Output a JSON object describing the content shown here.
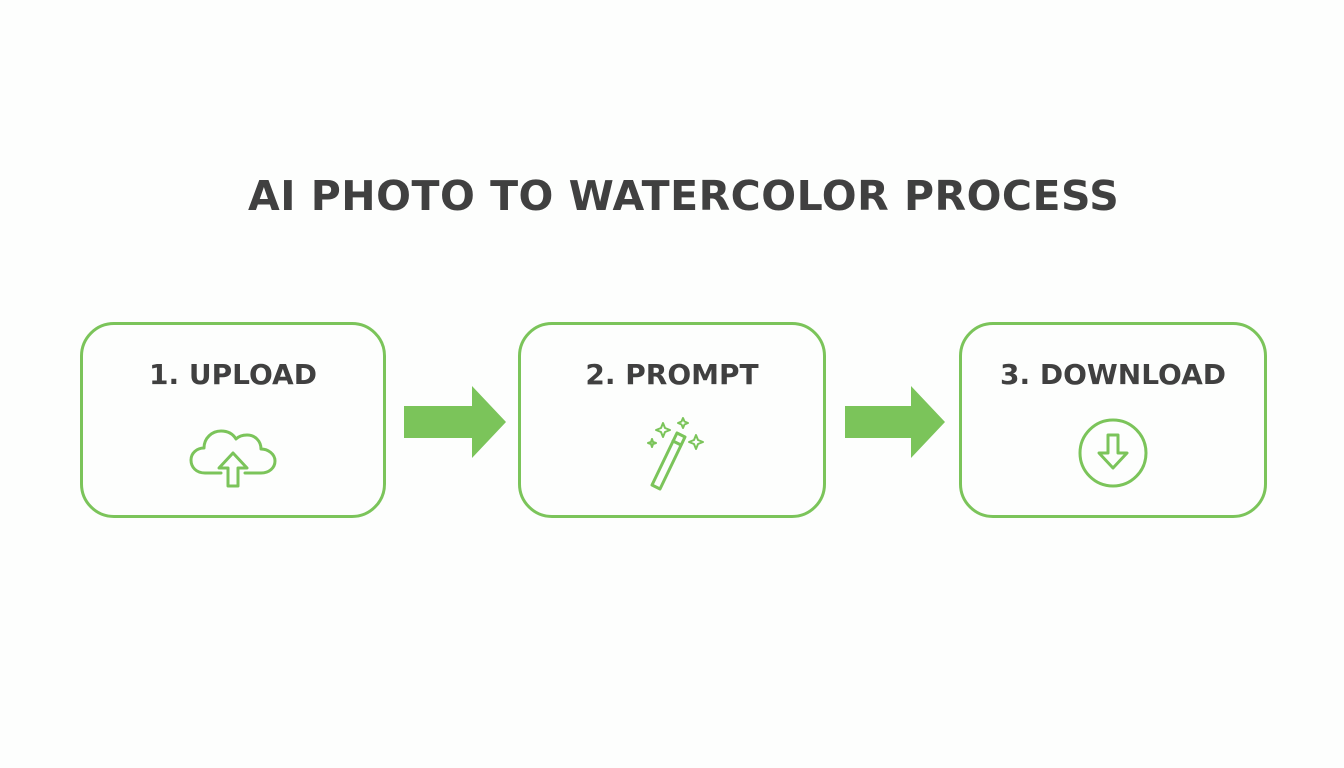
{
  "title": "AI PHOTO TO WATERCOLOR PROCESS",
  "accent_color": "#7bc45a",
  "text_color": "#404040",
  "steps": [
    {
      "label": "1. UPLOAD",
      "icon": "cloud-upload-icon"
    },
    {
      "label": "2. PROMPT",
      "icon": "magic-wand-icon"
    },
    {
      "label": "3. DOWNLOAD",
      "icon": "download-circle-icon"
    }
  ]
}
